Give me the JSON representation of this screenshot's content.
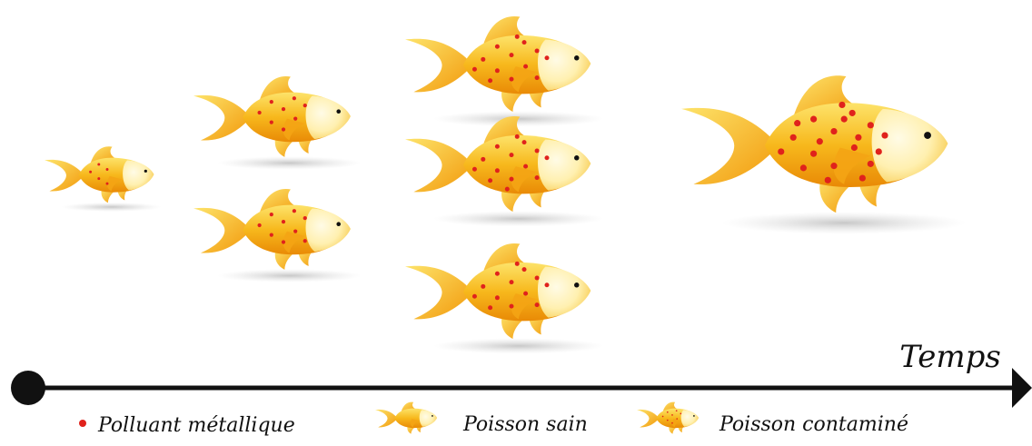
{
  "timeline": {
    "label": "Temps"
  },
  "legend": {
    "pollutant_label": "Polluant métallique",
    "healthy_label": "Poisson sain",
    "contaminated_label": "Poisson contaminé"
  },
  "colors": {
    "body_light": "#fde36a",
    "body_main": "#f7b81c",
    "body_dark": "#e98a06",
    "head": "#fff3c4",
    "pollutant": "#e0221c",
    "axis": "#111111",
    "shadow": "#bdbdbd"
  },
  "icons": {
    "fish": "goldfish-icon",
    "pollutant": "red-dot-icon",
    "arrow": "arrowhead-icon",
    "origin": "filled-circle-icon"
  }
}
